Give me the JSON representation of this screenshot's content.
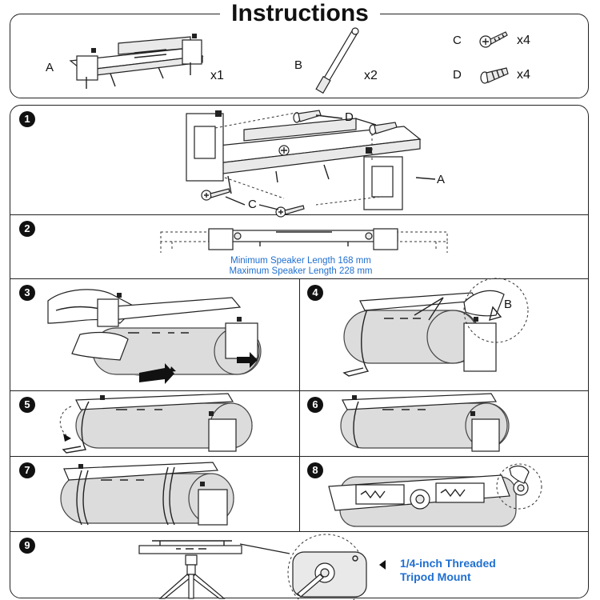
{
  "header": {
    "title": "Instructions"
  },
  "parts": [
    {
      "letter": "A",
      "qty": "x1",
      "icon": "bracket-icon"
    },
    {
      "letter": "B",
      "qty": "x2",
      "icon": "strap-pin-icon"
    },
    {
      "letter": "C",
      "qty": "x4",
      "icon": "screw-icon"
    },
    {
      "letter": "D",
      "qty": "x4",
      "icon": "wall-anchor-icon"
    }
  ],
  "steps": [
    {
      "num": "1",
      "callouts": [
        "D",
        "A",
        "C"
      ]
    },
    {
      "num": "2",
      "note_line1": "Minimum Speaker Length 168 mm",
      "note_line2": "Maximum Speaker Length 228 mm"
    },
    {
      "num": "3"
    },
    {
      "num": "4",
      "callout": "B"
    },
    {
      "num": "5"
    },
    {
      "num": "6"
    },
    {
      "num": "7"
    },
    {
      "num": "8"
    },
    {
      "num": "9",
      "note_line1": "1/4-inch Threaded",
      "note_line2": "Tripod Mount"
    }
  ],
  "colors": {
    "accent": "#1f6fd0",
    "line": "#222222"
  }
}
